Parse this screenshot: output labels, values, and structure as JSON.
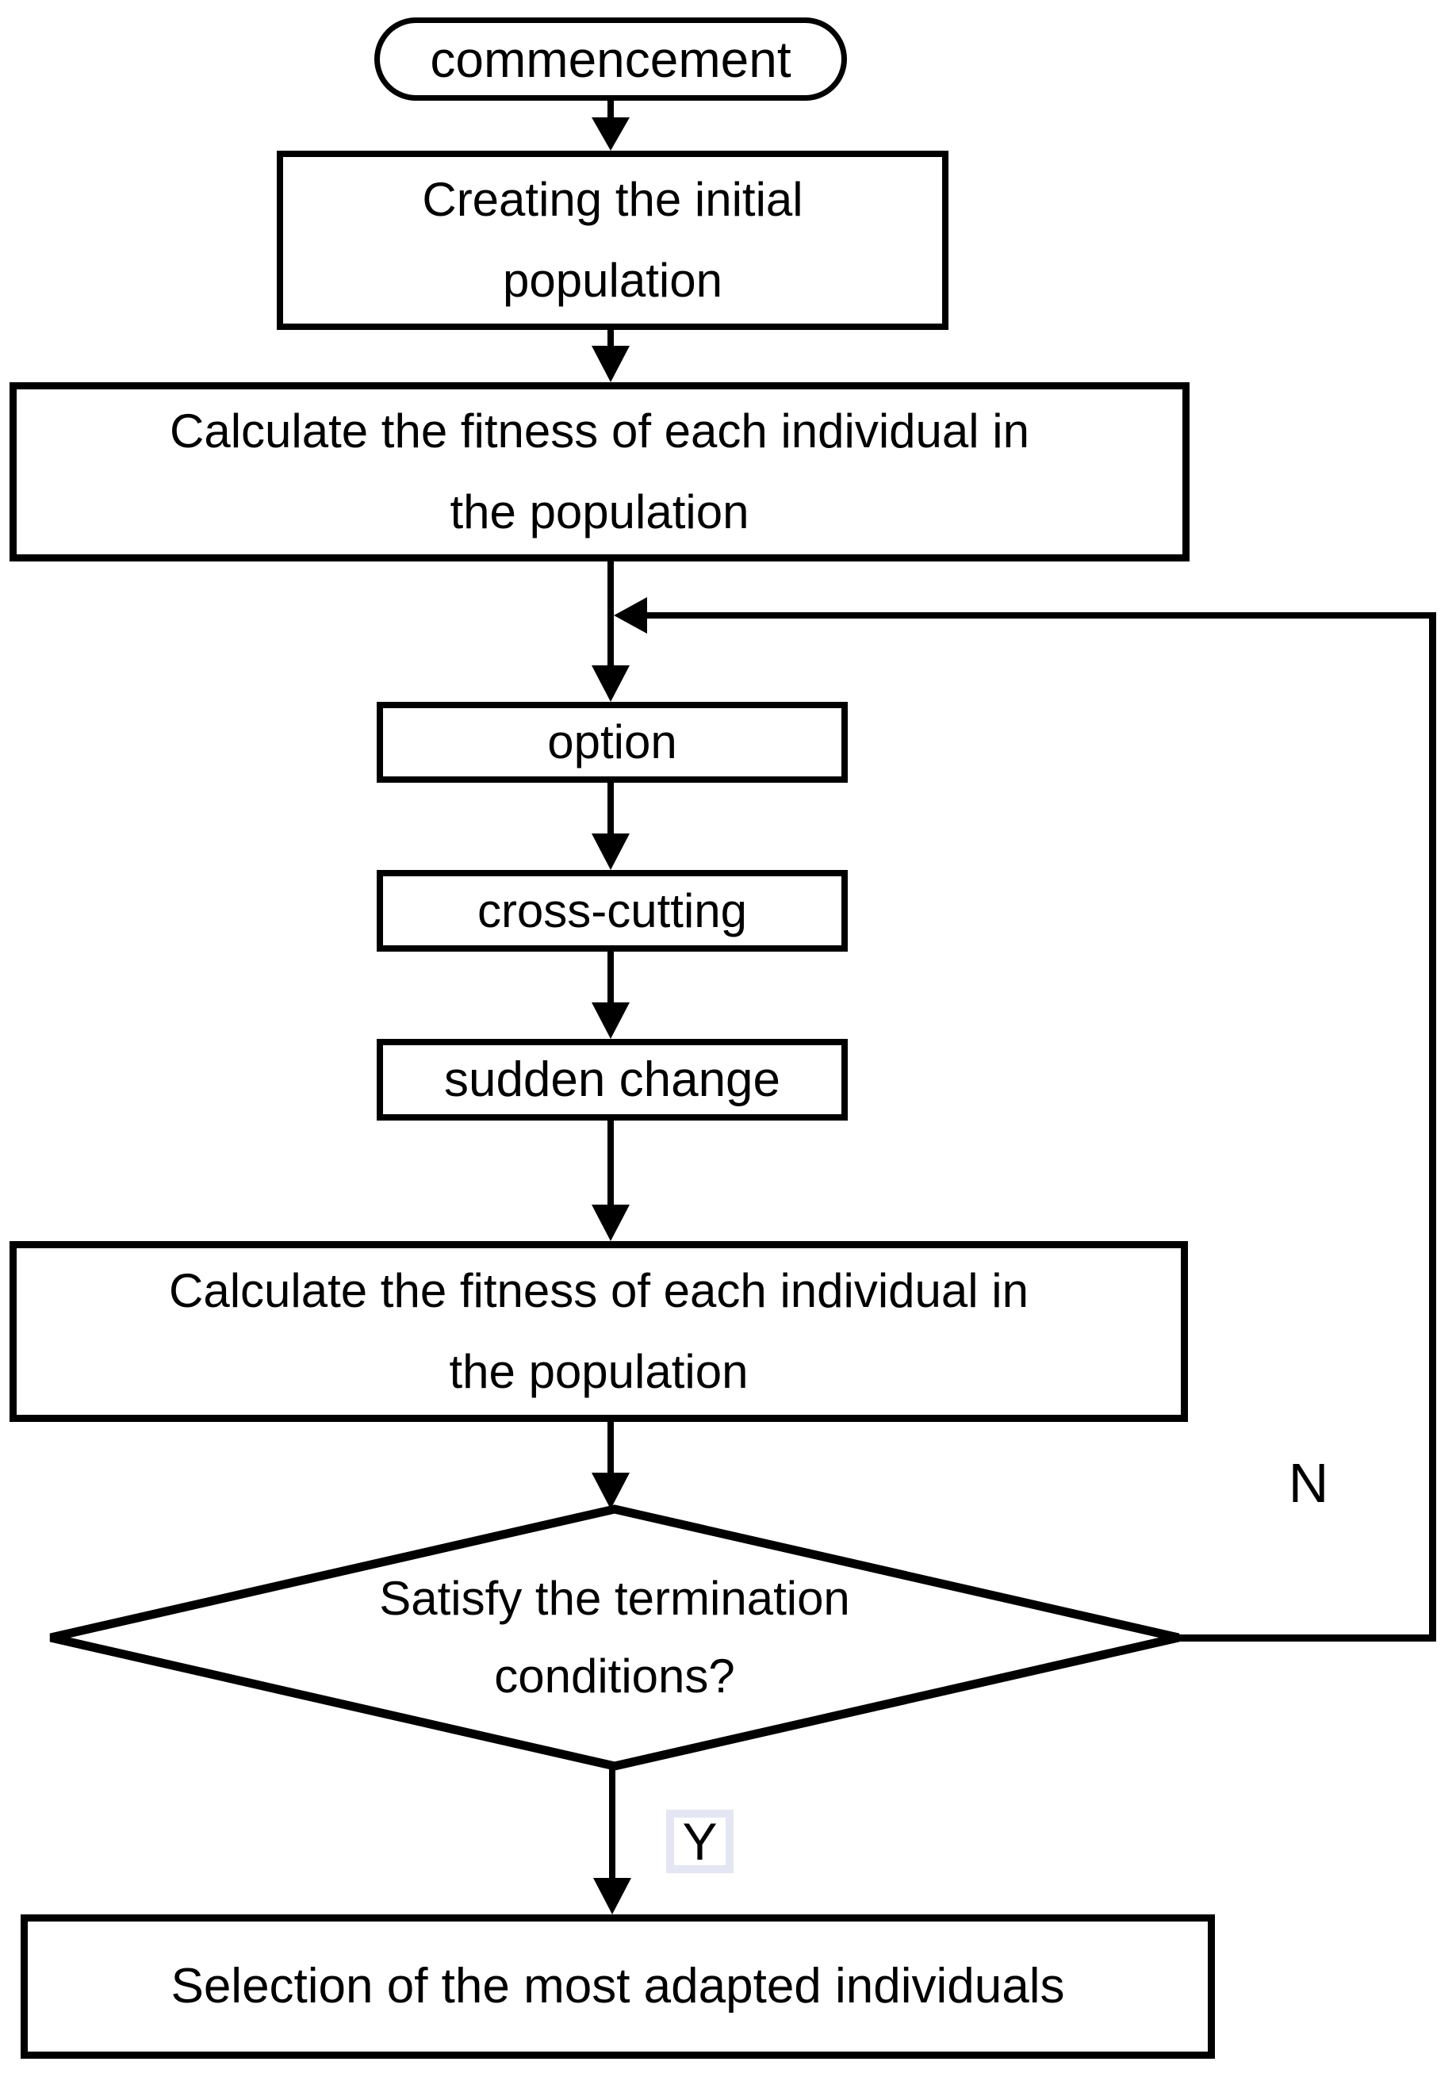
{
  "colors": {
    "ink": "#000000",
    "background": "#ffffff",
    "yes_label_highlight": "#e4e6f3"
  },
  "flowchart": {
    "start": {
      "label": "commencement"
    },
    "steps": {
      "create_initial": {
        "lines": [
          "Creating the initial",
          "population"
        ]
      },
      "calc_fitness_1": {
        "lines": [
          "Calculate the fitness of each individual in",
          "the population"
        ]
      },
      "option": {
        "label": "option"
      },
      "cross_cutting": {
        "label": "cross-cutting"
      },
      "sudden_change": {
        "label": "sudden change"
      },
      "calc_fitness_2": {
        "lines": [
          "Calculate the fitness of each individual in",
          "the population"
        ]
      },
      "decision": {
        "lines": [
          "Satisfy the termination",
          "conditions?"
        ]
      },
      "selection": {
        "label": "Selection of the most adapted individuals"
      }
    },
    "branch_labels": {
      "no": "N",
      "yes": "Y"
    }
  }
}
